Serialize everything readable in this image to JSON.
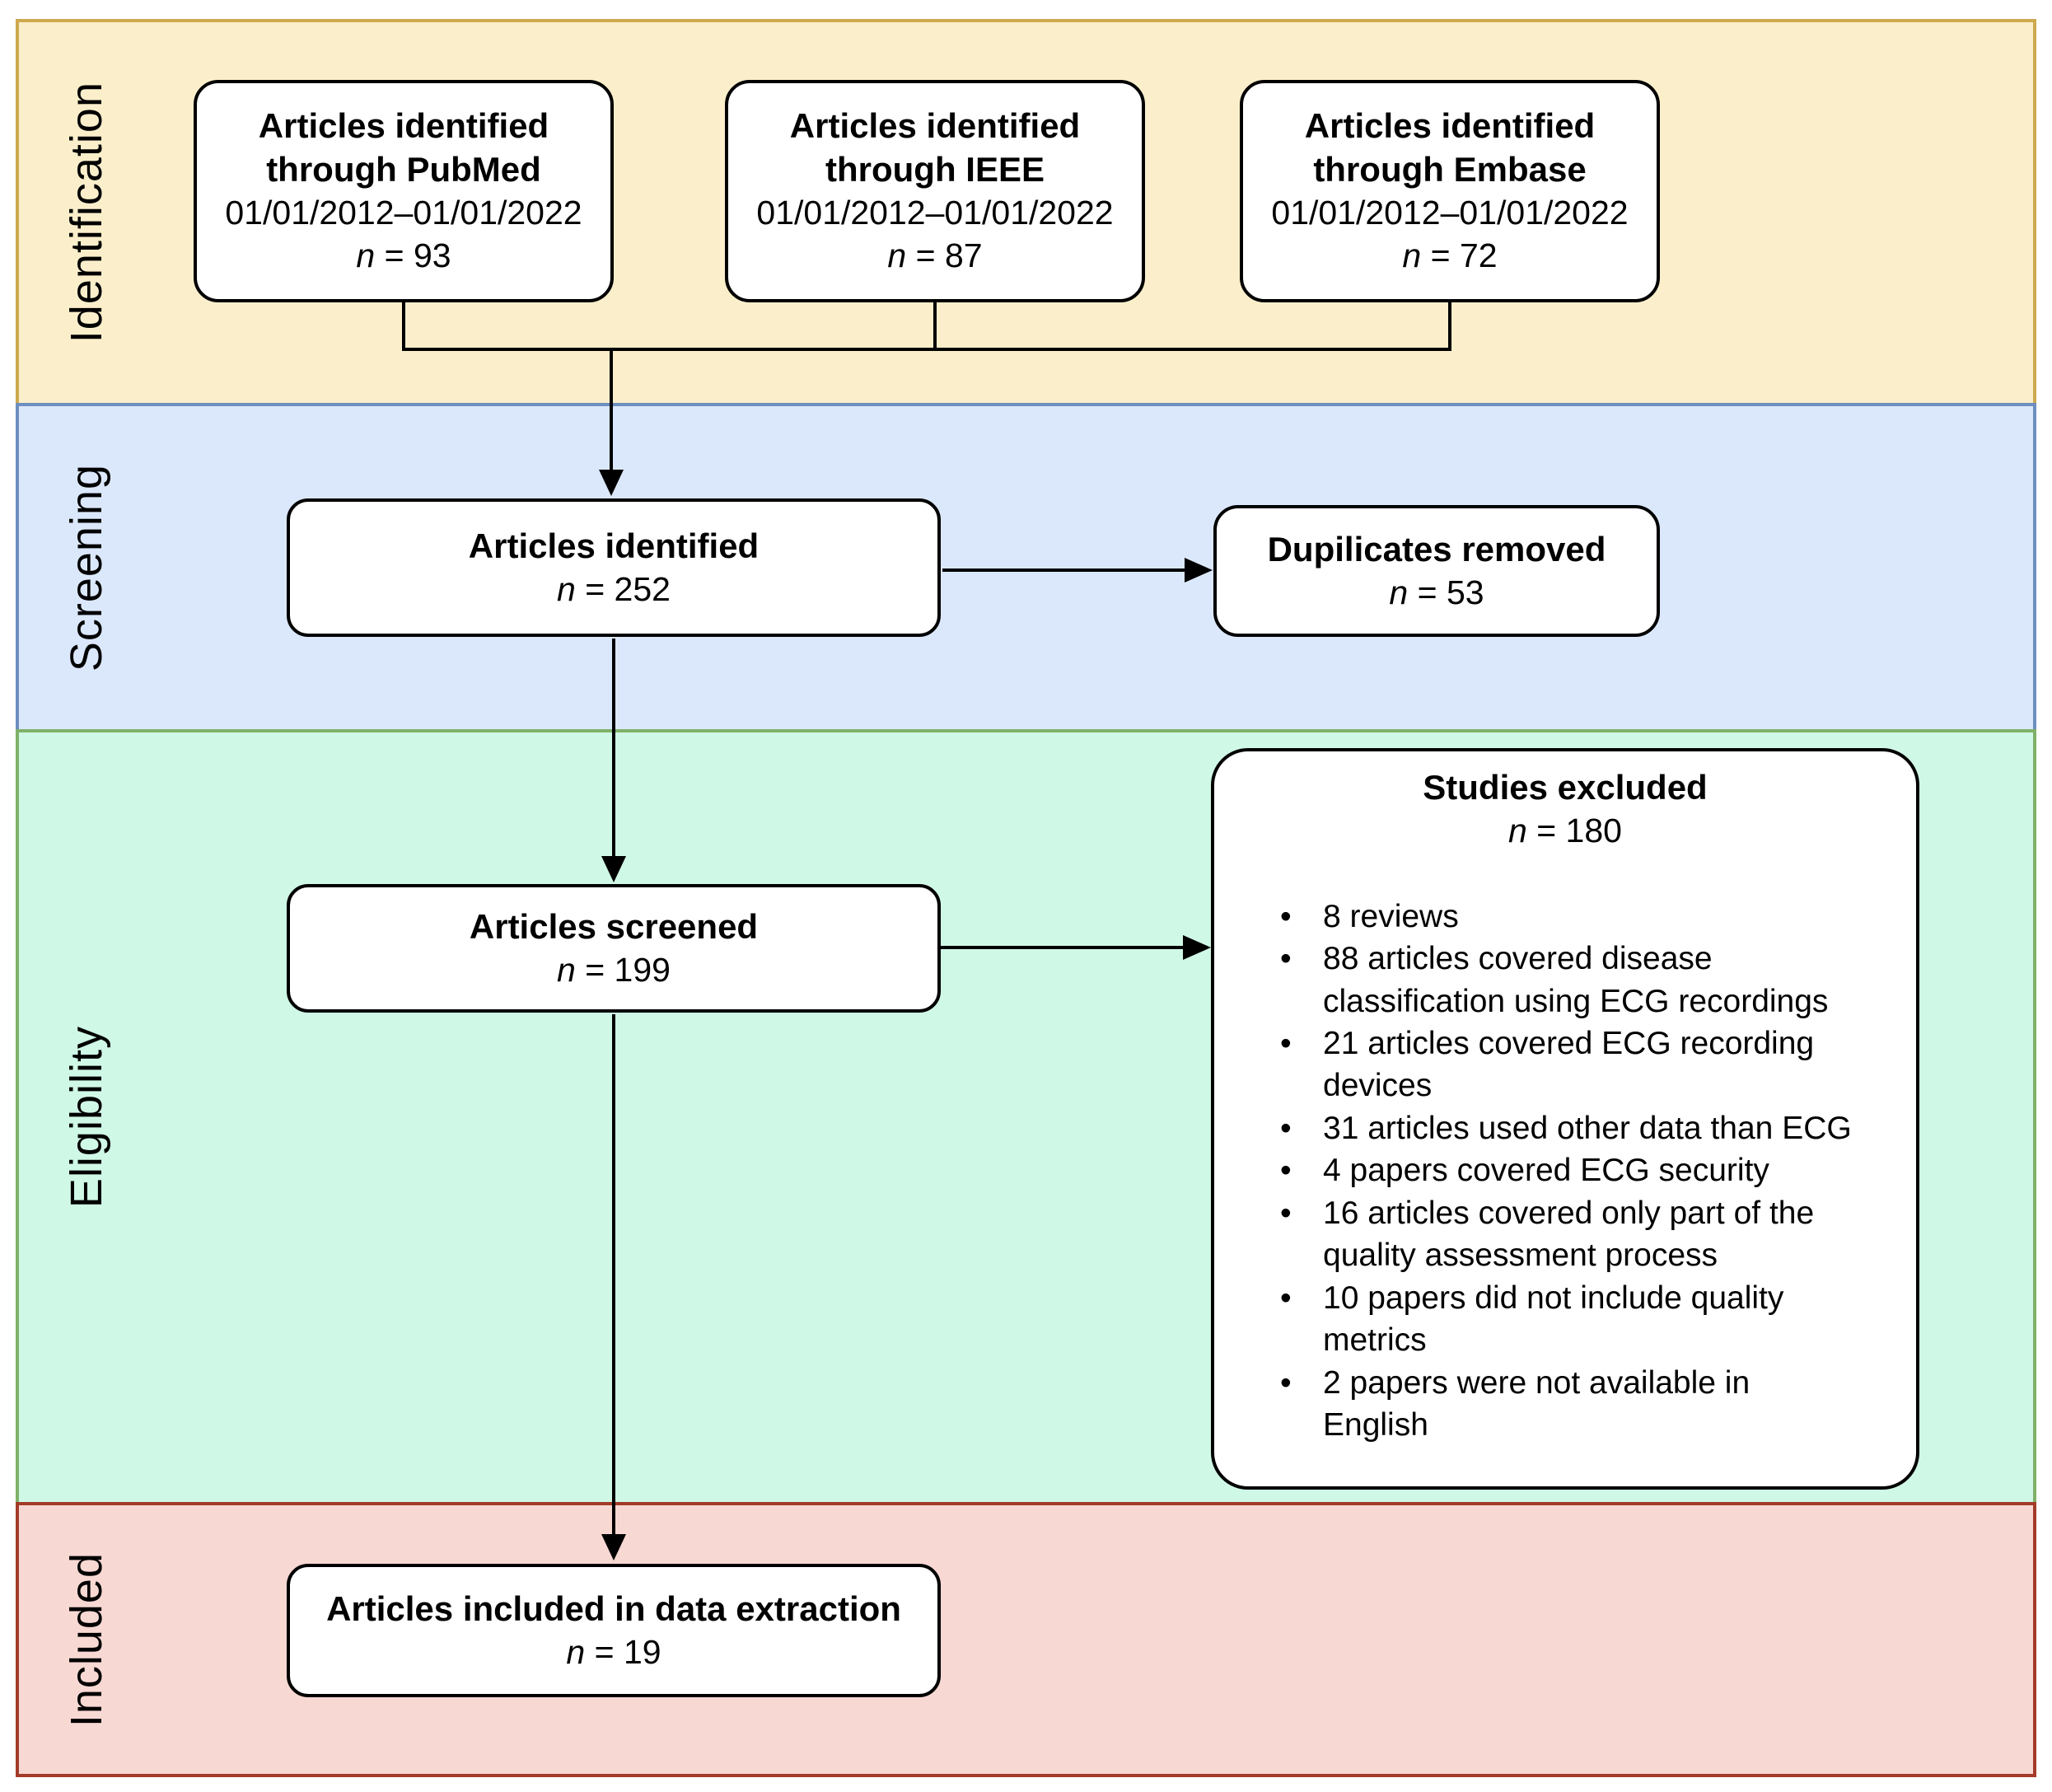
{
  "bands": [
    {
      "label": "Identification",
      "fill": "#FBEFCB",
      "border": "#CEA94E"
    },
    {
      "label": "Screening",
      "fill": "#DBE8FB",
      "border": "#6D8EBF"
    },
    {
      "label": "Eligibility",
      "fill": "#D0F8E7",
      "border": "#7FB168"
    },
    {
      "label": "Included",
      "fill": "#F8D8D3",
      "border": "#A33B28"
    }
  ],
  "n_symbol": "n",
  "sources": [
    {
      "line1": "Articles identified",
      "line2": "through PubMed",
      "dates": "01/01/2012–01/01/2022",
      "n_eq": " = 93"
    },
    {
      "line1": "Articles identified",
      "line2": "through IEEE",
      "dates": "01/01/2012–01/01/2022",
      "n_eq": " = 87"
    },
    {
      "line1": "Articles identified",
      "line2": "through Embase",
      "dates": "01/01/2012–01/01/2022",
      "n_eq": " = 72"
    }
  ],
  "identified": {
    "title": "Articles identified",
    "n_eq": " = 252"
  },
  "duplicates": {
    "title": "Dupilicates removed",
    "n_eq": " = 53"
  },
  "screened": {
    "title": "Articles screened",
    "n_eq": " = 199"
  },
  "excluded": {
    "title": "Studies excluded",
    "n_eq": " = 180",
    "bullet_char": "•",
    "bullets": [
      "8 reviews",
      "88 articles covered disease classification using ECG recordings",
      "21 articles covered ECG recording devices",
      "31 articles used other data than ECG",
      "4 papers covered ECG security",
      "16 articles covered only part of the quality assessment process",
      "10 papers did not include quality metrics",
      "2 papers were not available in English"
    ]
  },
  "included": {
    "title": "Articles included in data extraction",
    "n_eq": " = 19"
  }
}
